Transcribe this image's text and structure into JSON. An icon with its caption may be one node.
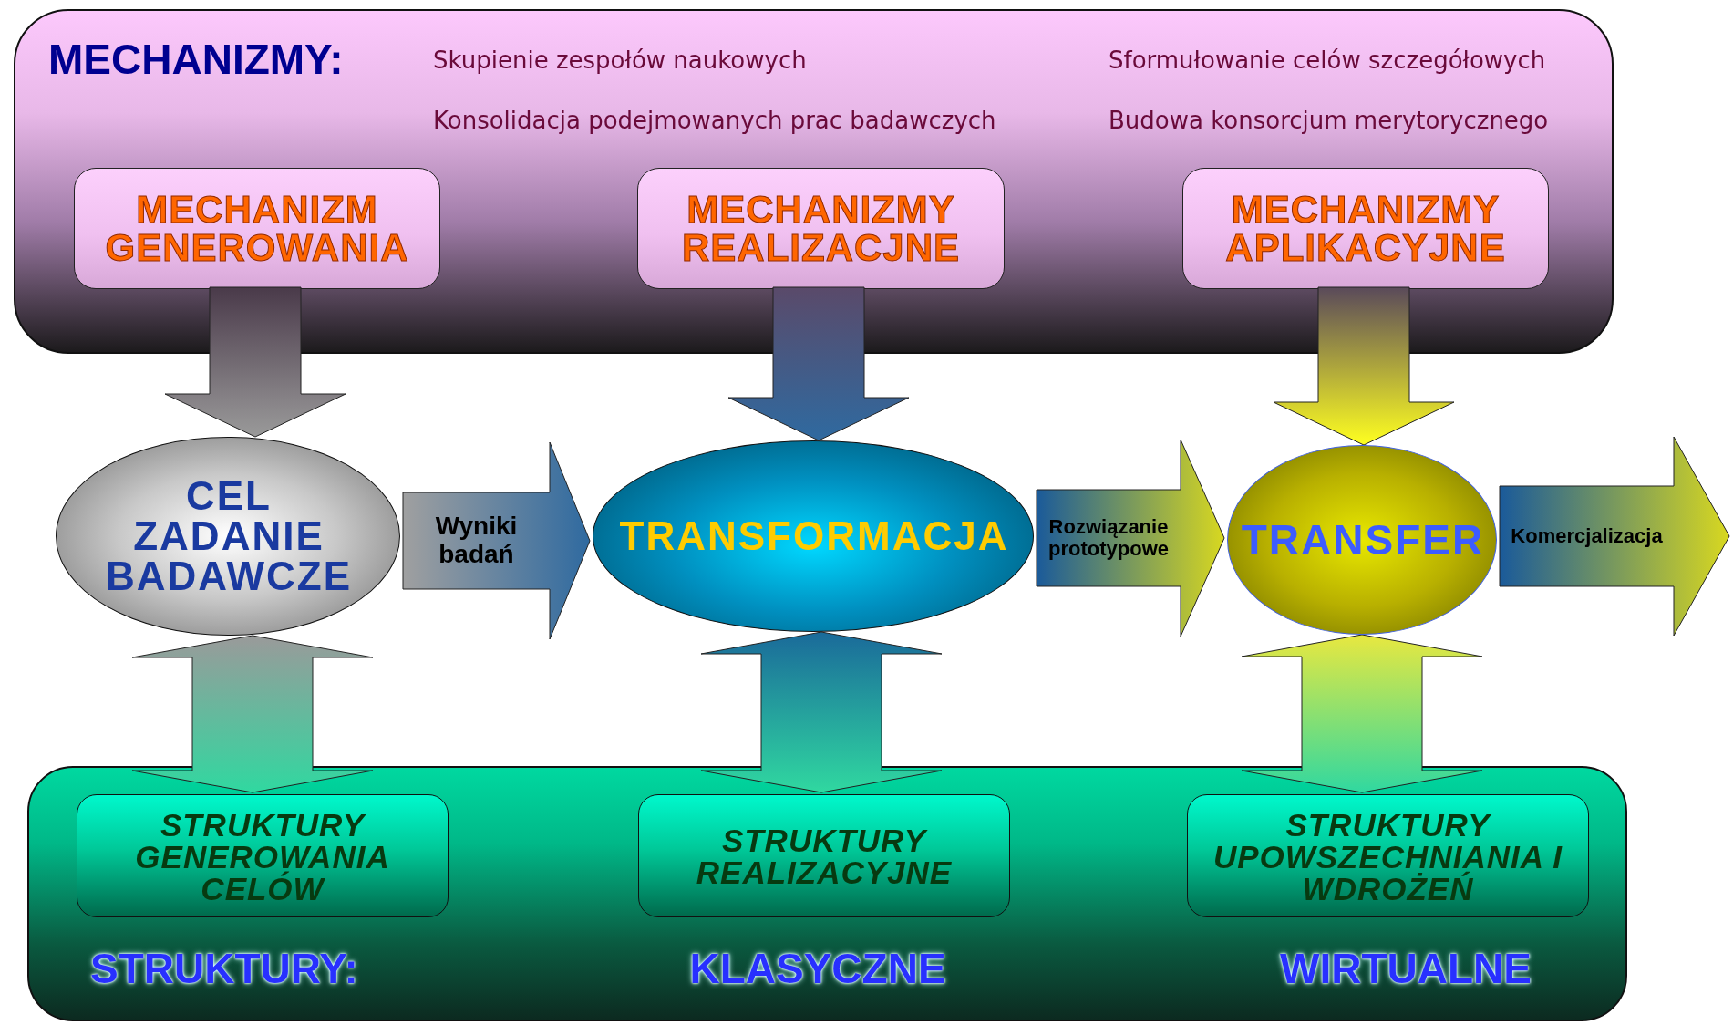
{
  "diagram": {
    "nodes": [
      {
        "text": [
          "MECHANIZMY:",
          "Skupienie zespołów naukowych",
          "Sformułowanie celów szczegółowych",
          "Konsolidacja podejmowanych prac badawczych",
          "Budowa konsorcjum merytorycznego"
        ]
      },
      {
        "text": [
          "MECHANIZM GENEROWANIA"
        ],
        "in": 0
      },
      {
        "text": [
          "MECHANIZMY REALIZACJNE"
        ],
        "in": 0
      },
      {
        "text": [
          "MECHANIZMY APLIKACYJNE"
        ],
        "in": 0
      },
      {
        "text": [
          "CEL ZADANIE BADAWCZE"
        ]
      },
      {
        "text": [
          "TRANSFORMACJA"
        ]
      },
      {
        "text": [
          "TRANSFER"
        ]
      },
      {
        "text": [
          "STRUKTURY:",
          "KLASYCZNE",
          "WIRTUALNE"
        ]
      },
      {
        "text": [
          "STRUKTURY GENEROWANIA CELÓW"
        ],
        "in": 7
      },
      {
        "text": [
          "STRUKTURY REALIZACYJNE"
        ],
        "in": 7
      },
      {
        "text": [
          "STRUKTURY UPOWSZECHNIANIA I WDROŻEŃ"
        ],
        "in": 7
      }
    ],
    "edges": [
      {
        "from": 1,
        "to": 4,
        "arrow": "to",
        "style": "thick",
        "color": "#9a9a9a"
      },
      {
        "from": 2,
        "to": 5,
        "arrow": "to",
        "style": "thick",
        "color": "#2f6aa0"
      },
      {
        "from": 3,
        "to": 6,
        "arrow": "to",
        "style": "thick",
        "color": "#ffff20"
      },
      {
        "from": 4,
        "to": 8,
        "arrow": "both",
        "style": "thick",
        "color": "#9a9a9a"
      },
      {
        "from": 5,
        "to": 9,
        "arrow": "both",
        "style": "thick",
        "color": "#1a6a9a"
      },
      {
        "from": 6,
        "to": 10,
        "arrow": "both",
        "style": "thick",
        "color": "#e8e840"
      },
      {
        "from": 4,
        "to": 5,
        "arrow": "to",
        "label": "Wyniki badań",
        "style": "thick",
        "color": "#2f6aa0"
      },
      {
        "from": 5,
        "to": 6,
        "arrow": "to",
        "label": "Rozwiązanie prototypowe",
        "style": "thick",
        "color": "#d8d820"
      },
      {
        "from": 6,
        "to": null,
        "arrow": "to",
        "label": "Komercjalizacja",
        "style": "thick",
        "color": "#d8d820"
      }
    ]
  }
}
